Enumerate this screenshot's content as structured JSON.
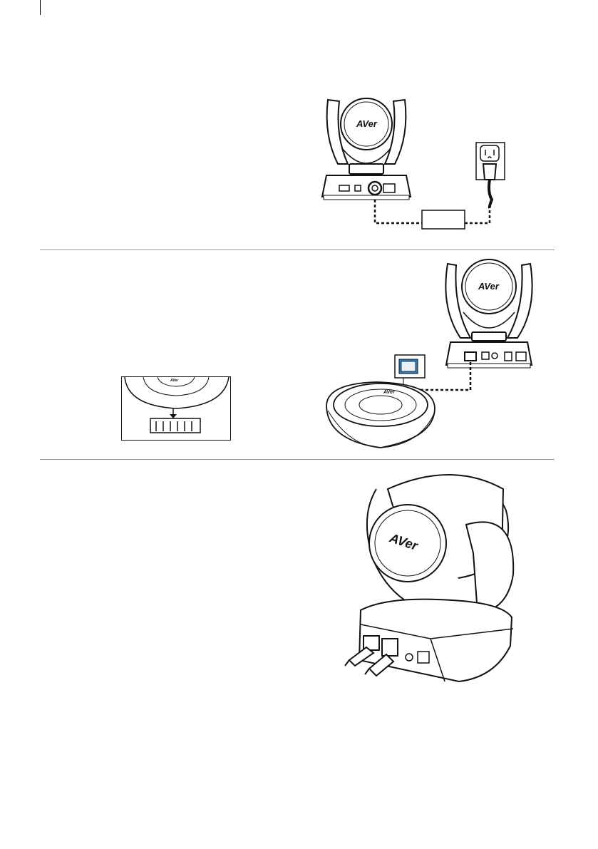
{
  "page": {
    "background": "#ffffff",
    "line_color": "#9a9a9a"
  },
  "figures": {
    "power": {
      "camera_logo": "AVer",
      "adapter_label": "",
      "icons": [
        "camera-icon",
        "power-outlet-icon",
        "power-adapter-icon",
        "power-cable-icon"
      ]
    },
    "speakerphone": {
      "camera_logo": "AVer",
      "speaker_logo": "AVer",
      "inset_logo": "AVer",
      "icons": [
        "camera-icon",
        "speakerphone-icon",
        "rj45-port-icon",
        "clip-removal-icon",
        "arrow-down-icon"
      ]
    },
    "cables": {
      "camera_logo": "AVer",
      "icons": [
        "camera-icon",
        "cable-connector-icon"
      ]
    }
  }
}
